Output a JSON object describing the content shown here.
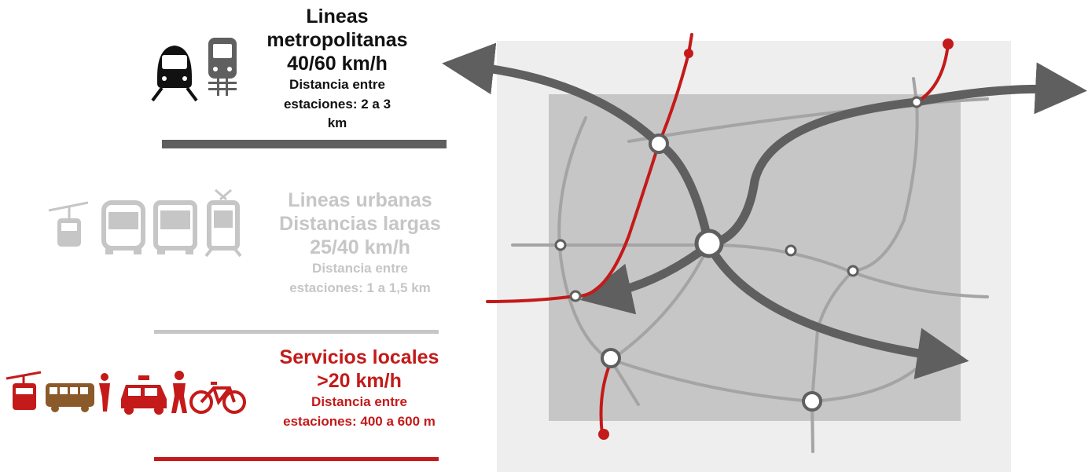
{
  "metro": {
    "title1": "Lineas",
    "title2": "metropolitanas",
    "speed": "40/60 km/h",
    "dist1": "Distancia entre",
    "dist2": "estaciones: 2 a 3",
    "dist3": "km",
    "color": "#5f5f5f",
    "icons": [
      "metro-front-icon",
      "train-front-icon"
    ]
  },
  "urban": {
    "title1": "Lineas urbanas",
    "title2": "Distancias largas",
    "speed": "25/40 km/h",
    "dist1": "Distancia entre",
    "dist2": "estaciones: 1 a 1,5 km",
    "color": "#c6c6c6",
    "icons": [
      "cable-car-icon",
      "bus-front-icon",
      "bus-front-icon",
      "tram-front-icon"
    ]
  },
  "local": {
    "title1": "Servicios locales",
    "speed": ">20 km/h",
    "dist1": "Distancia entre",
    "dist2": "estaciones: 400 a 600 m",
    "color": "#c41a1a",
    "icons": [
      "cable-car-icon",
      "minibus-icon",
      "person-icon",
      "taxi-icon",
      "pedestrian-icon",
      "bicycle-icon"
    ]
  },
  "map": {
    "outer_color": "#eeeeee",
    "inner_color": "#c6c6c6"
  }
}
